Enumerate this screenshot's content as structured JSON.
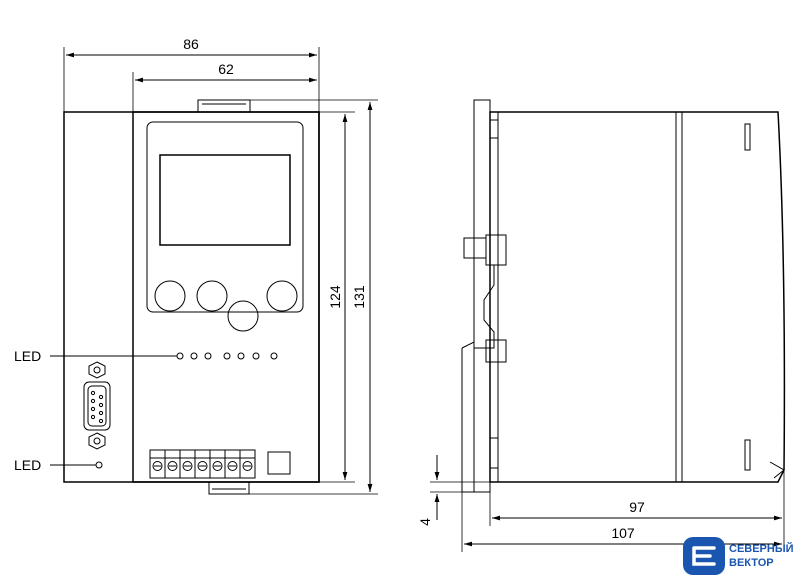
{
  "dimensions": {
    "overall_width": "86",
    "front_panel_width": "62",
    "inner_height": "124",
    "overall_height": "131",
    "din_offset": "4",
    "depth_body": "97",
    "depth_total": "107"
  },
  "callouts": {
    "led_upper": "LED",
    "led_lower": "LED"
  },
  "logo": {
    "line1": "СЕВЕРНЫЙ",
    "line2": "ВЕКТОР",
    "color": "#1a56b0"
  }
}
